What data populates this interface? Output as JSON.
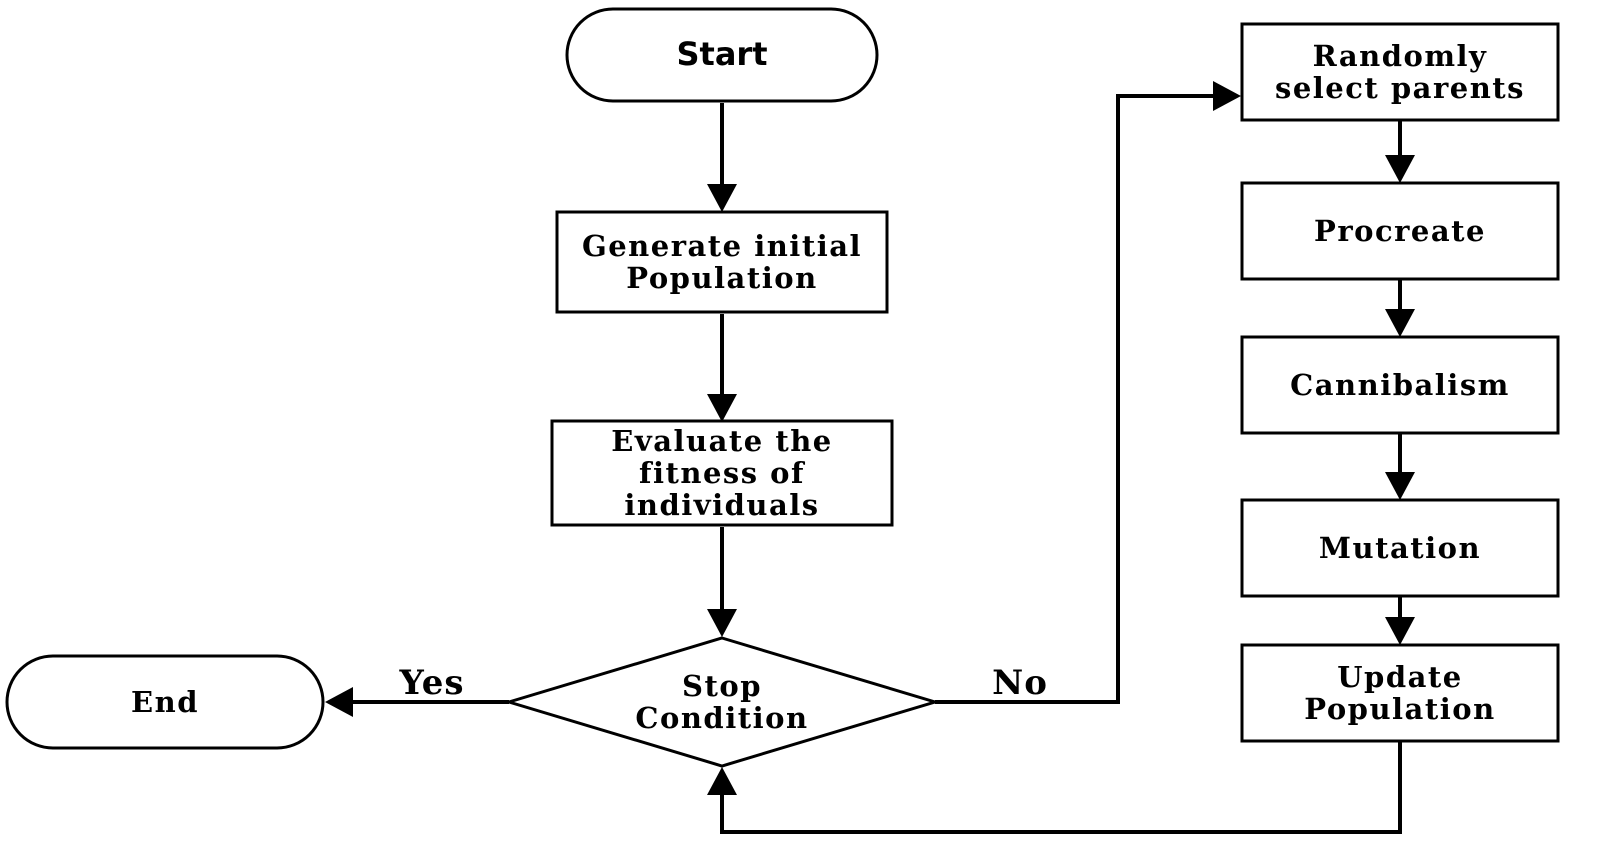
{
  "diagram": {
    "nodes": {
      "start": {
        "shape": "terminator",
        "lines": [
          "Start"
        ]
      },
      "generate": {
        "shape": "process",
        "lines": [
          "Generate initial",
          "Population"
        ]
      },
      "evaluate": {
        "shape": "process",
        "lines": [
          "Evaluate the",
          "fitness of",
          "individuals"
        ]
      },
      "stop": {
        "shape": "decision",
        "lines": [
          "Stop",
          "Condition"
        ]
      },
      "end": {
        "shape": "terminator",
        "lines": [
          "End"
        ]
      },
      "select": {
        "shape": "process",
        "lines": [
          "Randomly",
          "select parents"
        ]
      },
      "procreate": {
        "shape": "process",
        "lines": [
          "Procreate"
        ]
      },
      "cannibalism": {
        "shape": "process",
        "lines": [
          "Cannibalism"
        ]
      },
      "mutation": {
        "shape": "process",
        "lines": [
          "Mutation"
        ]
      },
      "update": {
        "shape": "process",
        "lines": [
          "Update",
          "Population"
        ]
      }
    },
    "edges": [
      {
        "from": "start",
        "to": "generate",
        "label": ""
      },
      {
        "from": "generate",
        "to": "evaluate",
        "label": ""
      },
      {
        "from": "evaluate",
        "to": "stop",
        "label": ""
      },
      {
        "from": "stop",
        "to": "end",
        "label": "Yes"
      },
      {
        "from": "stop",
        "to": "select",
        "label": "No"
      },
      {
        "from": "select",
        "to": "procreate",
        "label": ""
      },
      {
        "from": "procreate",
        "to": "cannibalism",
        "label": ""
      },
      {
        "from": "cannibalism",
        "to": "mutation",
        "label": ""
      },
      {
        "from": "mutation",
        "to": "update",
        "label": ""
      },
      {
        "from": "update",
        "to": "stop",
        "label": ""
      }
    ]
  }
}
